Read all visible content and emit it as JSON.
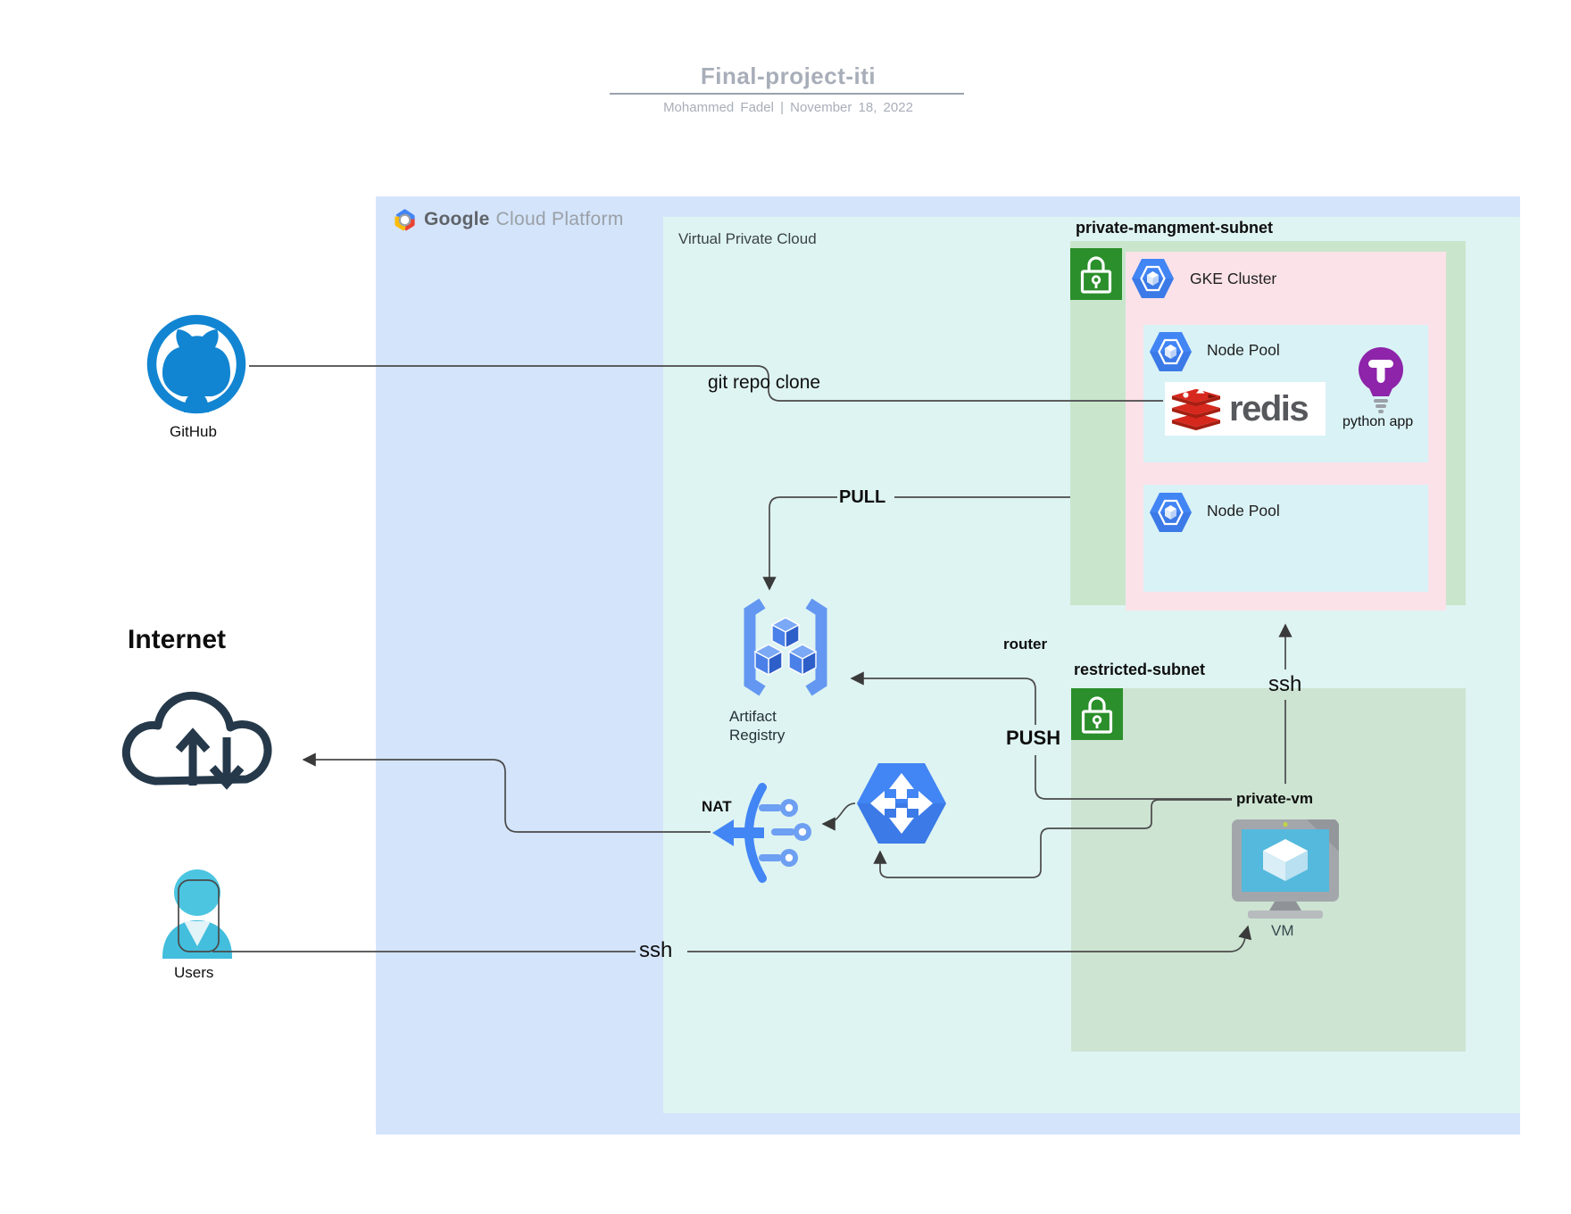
{
  "header": {
    "title": "Final-project-iti",
    "subtitle": "Mohammed Fadel  |  November 18, 2022"
  },
  "gcp": {
    "brand_google": "Google",
    "brand_rest": "Cloud Platform",
    "vpc_label": "Virtual Private Cloud"
  },
  "external": {
    "github_label": "GitHub",
    "internet_label": "Internet",
    "users_label": "Users"
  },
  "subnets": {
    "management": {
      "label": "private-mangment-subnet",
      "gke_cluster": "GKE Cluster",
      "node_pool_1": "Node Pool",
      "node_pool_2": "Node Pool",
      "redis_wordmark": "redis",
      "python_app": "python app"
    },
    "restricted": {
      "label": "restricted-subnet",
      "private_vm": "private-vm",
      "vm": "VM"
    }
  },
  "services": {
    "artifact_registry_line1": "Artifact",
    "artifact_registry_line2": "Registry",
    "nat": "NAT",
    "router": "router"
  },
  "edges": {
    "git_clone": "git repo clone",
    "pull": "PULL",
    "push": "PUSH",
    "ssh_to_gke": "ssh",
    "ssh_from_users": "ssh"
  },
  "colors": {
    "gcp-bg": "#d4e4fb",
    "vpc-bg": "#def4f2",
    "subnet-green": "#c9e6cc",
    "restricted-green": "#cde4d2",
    "gke-pink": "#fbe2e9",
    "nodepool-bg": "#d9f2f6",
    "lock-green": "#2b8f2b",
    "gcp-blue": "#4285f4",
    "line": "#4a4a4a",
    "github-blue": "#1185d2",
    "users-teal": "#4cc5e1",
    "internet-navy": "#25394a",
    "redis-red": "#d7281d",
    "python-purple": "#8e24aa",
    "title-gray": "#a8aeb9"
  }
}
